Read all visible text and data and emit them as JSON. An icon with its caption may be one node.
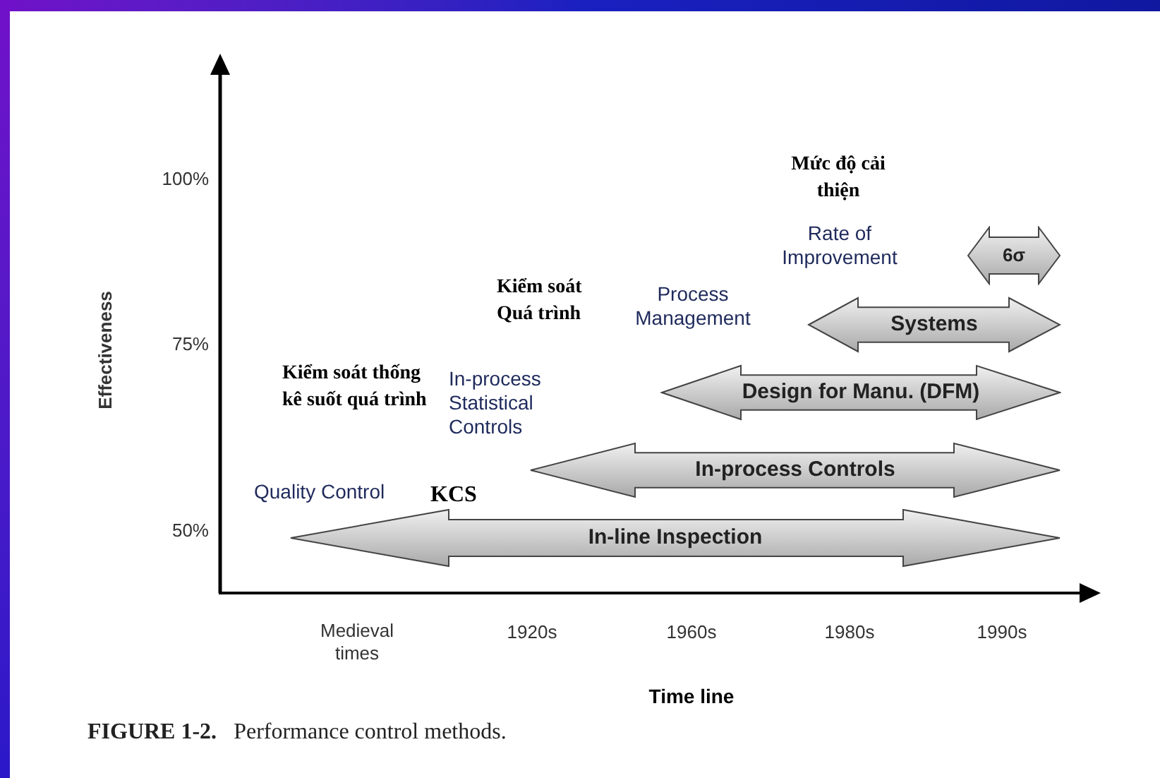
{
  "diagram": {
    "caption": "**FIGURE 1-2.**   Performance control methods.",
    "nodes": [
      {
        "text": [
          "6σ"
        ]
      },
      {
        "text": [
          "Systems"
        ]
      },
      {
        "text": [
          "Design for Manu. (DFM)"
        ]
      },
      {
        "text": [
          "In-process Controls"
        ]
      },
      {
        "text": [
          "In-line Inspection"
        ]
      }
    ],
    "labels": [
      "Mức độ cải thiện",
      "100%",
      "Rate of Improvement",
      "Kiểm soát Quá trình",
      "Process Management",
      "Effectiveness",
      "75%",
      "Kiểm soát thống kê suốt quá trình",
      "In-process Statistical Controls",
      "Quality Control",
      "KCS",
      "50%",
      "Medieval times",
      "1920s",
      "1960s",
      "1980s",
      "1990s",
      "Time line"
    ]
  }
}
